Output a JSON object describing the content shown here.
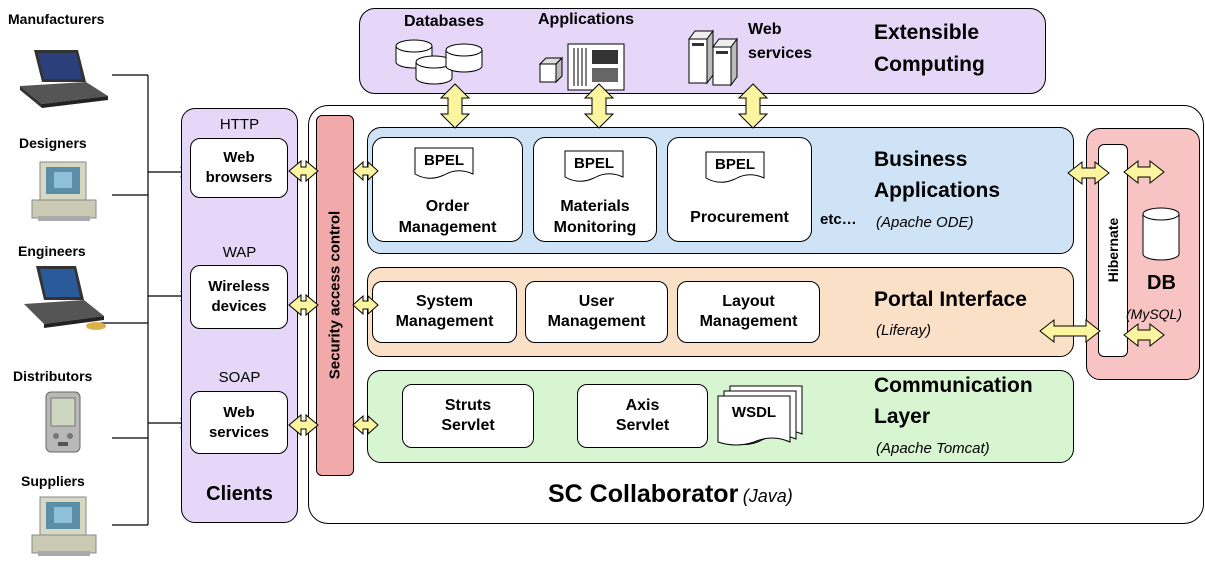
{
  "actors": [
    {
      "label": "Manufacturers",
      "device": "laptop-icon"
    },
    {
      "label": "Designers",
      "device": "desktop-computer-icon"
    },
    {
      "label": "Engineers",
      "device": "laptop-icon"
    },
    {
      "label": "Distributors",
      "device": "pda-icon"
    },
    {
      "label": "Suppliers",
      "device": "desktop-computer-icon"
    }
  ],
  "clients": {
    "title": "Clients",
    "protocols": [
      "HTTP",
      "WAP",
      "SOAP"
    ],
    "items": [
      "Web\nbrowsers",
      "Wireless\ndevices",
      "Web\nservices"
    ]
  },
  "extensible": {
    "title_line1": "Extensible",
    "title_line2": "Computing",
    "databases": "Databases",
    "applications": "Applications",
    "web_line1": "Web",
    "web_line2": "services"
  },
  "security": "Security access control",
  "business": {
    "title_line1": "Business",
    "title_line2": "Applications",
    "subtitle": "(Apache ODE)",
    "bpel": "BPEL",
    "items": [
      "Order\nManagement",
      "Materials\nMonitoring",
      "Procurement"
    ],
    "etc": "etc…"
  },
  "portal": {
    "title": "Portal Interface",
    "subtitle": "(Liferay)",
    "items": [
      "System\nManagement",
      "User\nManagement",
      "Layout\nManagement"
    ]
  },
  "communication": {
    "title_line1": "Communication",
    "title_line2": "Layer",
    "subtitle": "(Apache Tomcat)",
    "items": [
      "Struts\nServlet",
      "Axis\nServlet"
    ],
    "wsdl": "WSDL"
  },
  "db": {
    "hibernate": "Hibernate",
    "title": "DB",
    "subtitle": "(MySQL)"
  },
  "platform": {
    "title": "SC Collaborator",
    "subtitle": "(Java)"
  },
  "colors": {
    "purple": "#e6d6f7",
    "blue": "#cfe3f7",
    "orange": "#fbe0c8",
    "green": "#d6f5d0",
    "pink": "#f7c3c3",
    "security": "#f2a9a9",
    "arrow": "#fbf5a0"
  }
}
